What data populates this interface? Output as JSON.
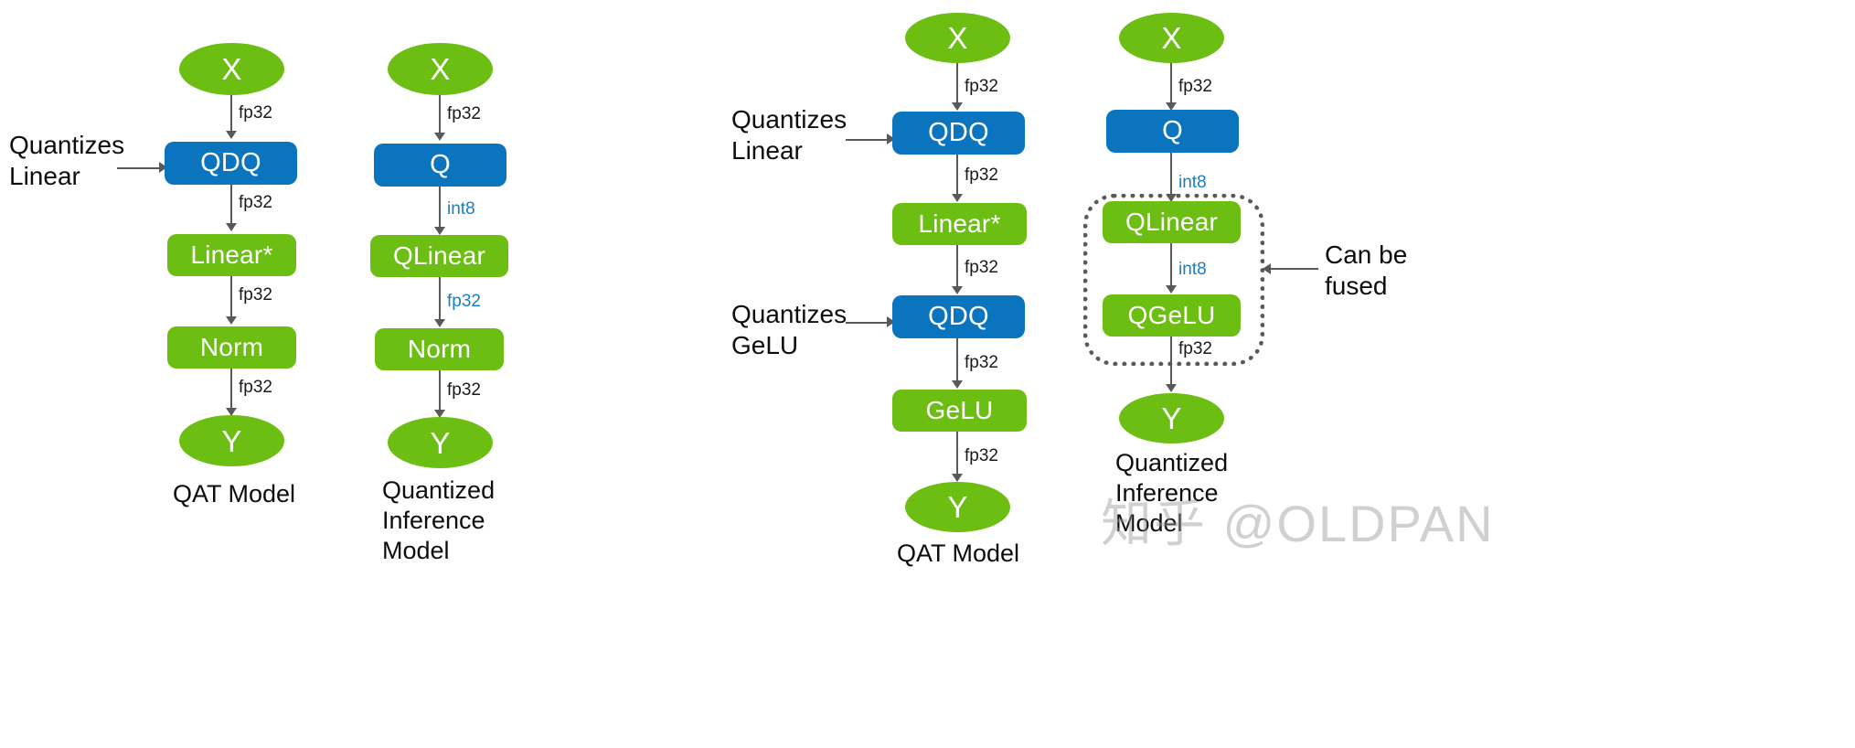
{
  "diagram": {
    "title": "QAT and Quantized Inference Model graphs",
    "colors": {
      "green_node": "#6CBE12",
      "blue_node": "#0B74BE",
      "edge": "#595959",
      "int_label": "#1A7EC2",
      "text": "#0D0D0D",
      "fusebox_border": "#5A5A5A",
      "background": "#FFFFFF"
    },
    "columns": [
      {
        "id": "col1",
        "caption": "QAT Model",
        "nodes": [
          {
            "label": "X",
            "shape": "oval",
            "color": "green"
          },
          {
            "label": "QDQ",
            "shape": "rect",
            "color": "blue"
          },
          {
            "label": "Linear*",
            "shape": "rect",
            "color": "green"
          },
          {
            "label": "Norm",
            "shape": "rect",
            "color": "green"
          },
          {
            "label": "Y",
            "shape": "oval",
            "color": "green"
          }
        ],
        "edges": [
          {
            "label": "fp32",
            "dtype": "fp32"
          },
          {
            "label": "fp32",
            "dtype": "fp32"
          },
          {
            "label": "fp32",
            "dtype": "fp32"
          },
          {
            "label": "fp32",
            "dtype": "fp32"
          }
        ],
        "annotation": {
          "text": "Quantizes\nLinear",
          "points_to": "QDQ"
        }
      },
      {
        "id": "col2",
        "caption": "Quantized\nInference\nModel",
        "nodes": [
          {
            "label": "X",
            "shape": "oval",
            "color": "green"
          },
          {
            "label": "Q",
            "shape": "rect",
            "color": "blue"
          },
          {
            "label": "QLinear",
            "shape": "rect",
            "color": "green"
          },
          {
            "label": "Norm",
            "shape": "rect",
            "color": "green"
          },
          {
            "label": "Y",
            "shape": "oval",
            "color": "green"
          }
        ],
        "edges": [
          {
            "label": "fp32",
            "dtype": "fp32"
          },
          {
            "label": "int8",
            "dtype": "int8"
          },
          {
            "label": "fp32",
            "dtype": "int8"
          },
          {
            "label": "fp32",
            "dtype": "fp32"
          }
        ]
      },
      {
        "id": "col3",
        "caption": "QAT Model",
        "nodes": [
          {
            "label": "X",
            "shape": "oval",
            "color": "green"
          },
          {
            "label": "QDQ",
            "shape": "rect",
            "color": "blue"
          },
          {
            "label": "Linear*",
            "shape": "rect",
            "color": "green"
          },
          {
            "label": "QDQ",
            "shape": "rect",
            "color": "blue"
          },
          {
            "label": "GeLU",
            "shape": "rect",
            "color": "green"
          },
          {
            "label": "Y",
            "shape": "oval",
            "color": "green"
          }
        ],
        "edges": [
          {
            "label": "fp32",
            "dtype": "fp32"
          },
          {
            "label": "fp32",
            "dtype": "fp32"
          },
          {
            "label": "fp32",
            "dtype": "fp32"
          },
          {
            "label": "fp32",
            "dtype": "fp32"
          },
          {
            "label": "fp32",
            "dtype": "fp32"
          }
        ],
        "annotations": [
          {
            "text": "Quantizes\nLinear",
            "points_to": "QDQ-1"
          },
          {
            "text": "Quantizes\nGeLU",
            "points_to": "QDQ-2"
          }
        ]
      },
      {
        "id": "col4",
        "caption": "Quantized\nInference\nModel",
        "nodes": [
          {
            "label": "X",
            "shape": "oval",
            "color": "green"
          },
          {
            "label": "Q",
            "shape": "rect",
            "color": "blue"
          },
          {
            "label": "QLinear",
            "shape": "rect",
            "color": "green"
          },
          {
            "label": "QGeLU",
            "shape": "rect",
            "color": "green"
          },
          {
            "label": "Y",
            "shape": "oval",
            "color": "green"
          }
        ],
        "edges": [
          {
            "label": "fp32",
            "dtype": "fp32"
          },
          {
            "label": "int8",
            "dtype": "int8"
          },
          {
            "label": "int8",
            "dtype": "int8"
          },
          {
            "label": "fp32",
            "dtype": "fp32"
          }
        ],
        "fusion_group": {
          "members": [
            "QLinear",
            "QGeLU"
          ],
          "annotation": "Can be\nfused"
        }
      }
    ],
    "watermark": "知乎 @OLDPAN"
  }
}
